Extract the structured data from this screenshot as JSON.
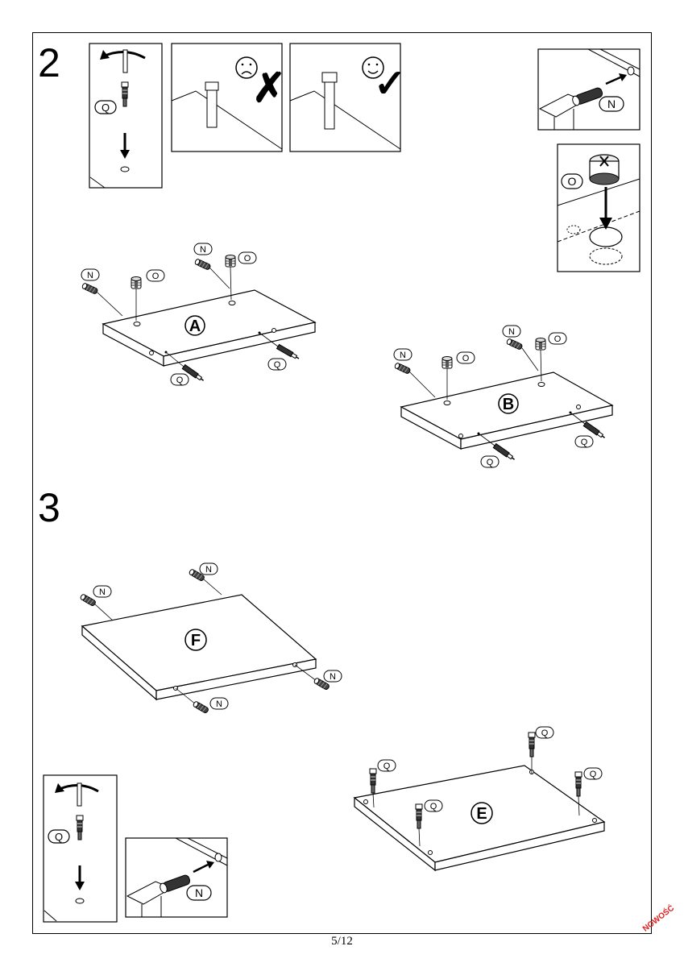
{
  "page": {
    "number": "5/12",
    "stamp": "NOWOŚĆ"
  },
  "steps": [
    {
      "number": "2"
    },
    {
      "number": "3"
    }
  ],
  "labels": {
    "N": "N",
    "O": "O",
    "Q": "Q",
    "A": "A",
    "B": "B",
    "E": "E",
    "F": "F"
  },
  "callouts": {
    "wrong": "✗",
    "right": "✓"
  }
}
